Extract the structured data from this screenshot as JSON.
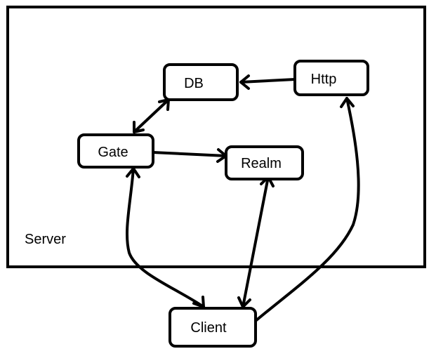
{
  "region": {
    "label": "Server"
  },
  "nodes": {
    "db": "DB",
    "http": "Http",
    "gate": "Gate",
    "realm": "Realm",
    "client": "Client"
  },
  "edges": [
    {
      "from": "Http",
      "to": "DB",
      "direction": "forward"
    },
    {
      "from": "Gate",
      "to": "DB",
      "direction": "both"
    },
    {
      "from": "Gate",
      "to": "Realm",
      "direction": "forward"
    },
    {
      "from": "Client",
      "to": "Gate",
      "direction": "both"
    },
    {
      "from": "Client",
      "to": "Realm",
      "direction": "both"
    },
    {
      "from": "Client",
      "to": "Http",
      "direction": "forward"
    }
  ],
  "colors": {
    "stroke": "#000000",
    "background": "#ffffff"
  }
}
